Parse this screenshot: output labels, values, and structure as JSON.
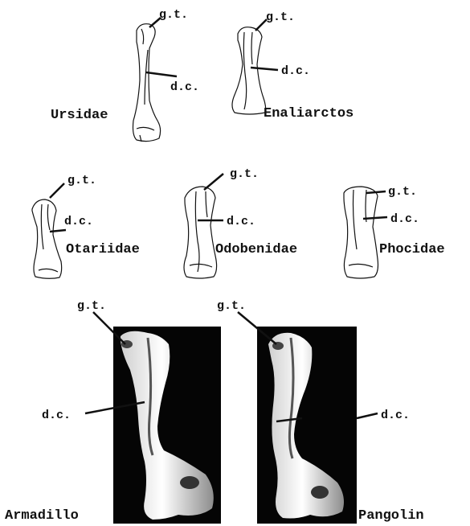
{
  "figure": {
    "top_row": [
      {
        "taxon": "Ursidae",
        "gt_label": "g.t.",
        "dc_label": "d.c."
      },
      {
        "taxon": "Enaliarctos",
        "gt_label": "g.t.",
        "dc_label": "d.c."
      }
    ],
    "middle_row": [
      {
        "taxon": "Otariidae",
        "gt_label": "g.t.",
        "dc_label": "d.c."
      },
      {
        "taxon": "Odobenidae",
        "gt_label": "g.t.",
        "dc_label": "d.c."
      },
      {
        "taxon": "Phocidae",
        "gt_label": "g.t.",
        "dc_label": "d.c."
      }
    ],
    "bottom_row": [
      {
        "taxon": "Armadillo",
        "gt_label": "g.t.",
        "dc_label": "d.c."
      },
      {
        "taxon": "Pangolin",
        "gt_label": "g.t.",
        "dc_label": "d.c."
      }
    ]
  },
  "colors": {
    "ink": "#111111",
    "photo_bg": "#050505",
    "bone_light": "#f2f2f2",
    "bone_shade": "#9a9a9a"
  }
}
